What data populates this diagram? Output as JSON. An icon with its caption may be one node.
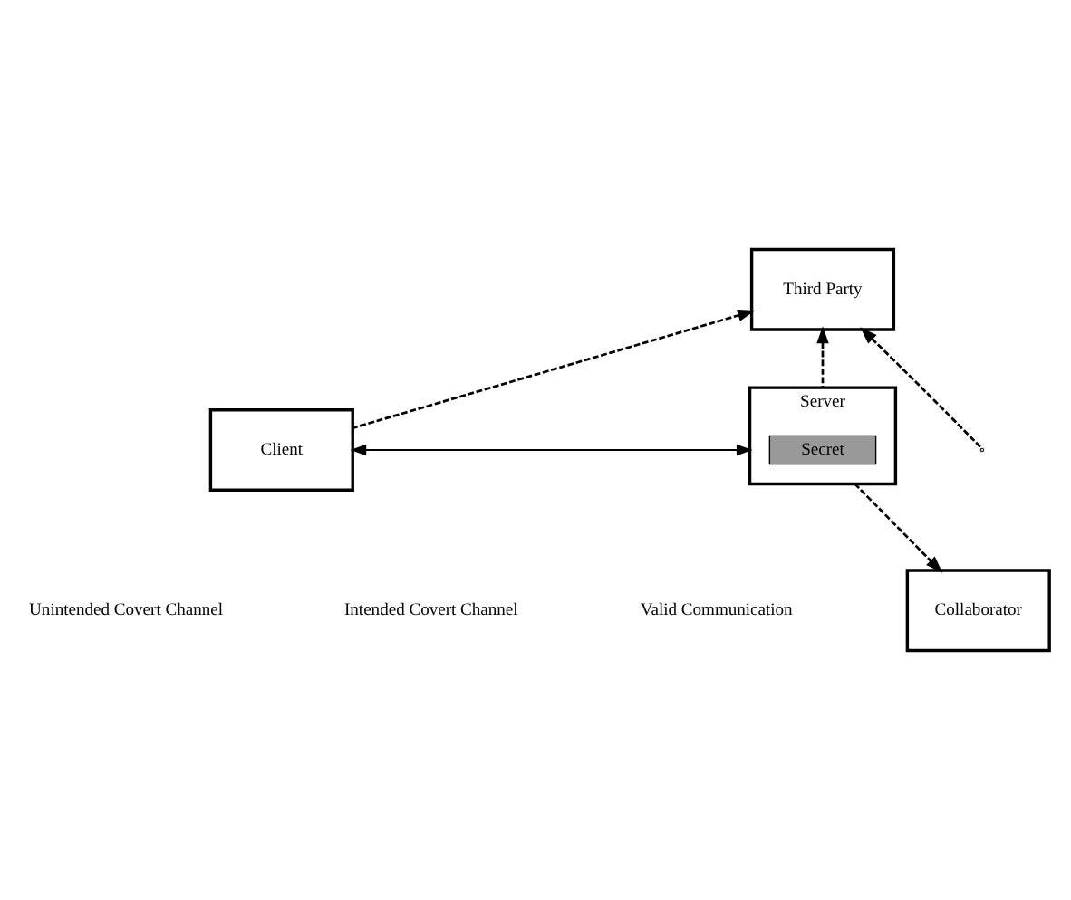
{
  "diagram": {
    "nodes": [
      {
        "text": [
          "Third Party"
        ]
      },
      {
        "text": [
          "Client"
        ]
      },
      {
        "text": [
          "Server"
        ]
      },
      {
        "text": [
          "Secret"
        ],
        "in": 2
      },
      {
        "text": [
          "Collaborator"
        ]
      }
    ],
    "edges": [
      {
        "from": 1,
        "to": 0,
        "arrow": "to",
        "style": "dashed"
      },
      {
        "from": 1,
        "to": 2,
        "arrow": "to"
      },
      {
        "from": null,
        "to": 0,
        "arrow": "to",
        "style": "dashed"
      },
      {
        "from": 2,
        "to": 1,
        "arrow": "to"
      },
      {
        "from": 2,
        "to": 0,
        "arrow": "to",
        "style": "dashed"
      },
      {
        "from": 2,
        "to": 4,
        "arrow": "to",
        "style": "dashed"
      }
    ],
    "legend": [
      {
        "text": "Unintended Covert Channel"
      },
      {
        "text": "Intended Covert Channel"
      },
      {
        "text": "Valid Communication"
      }
    ]
  }
}
